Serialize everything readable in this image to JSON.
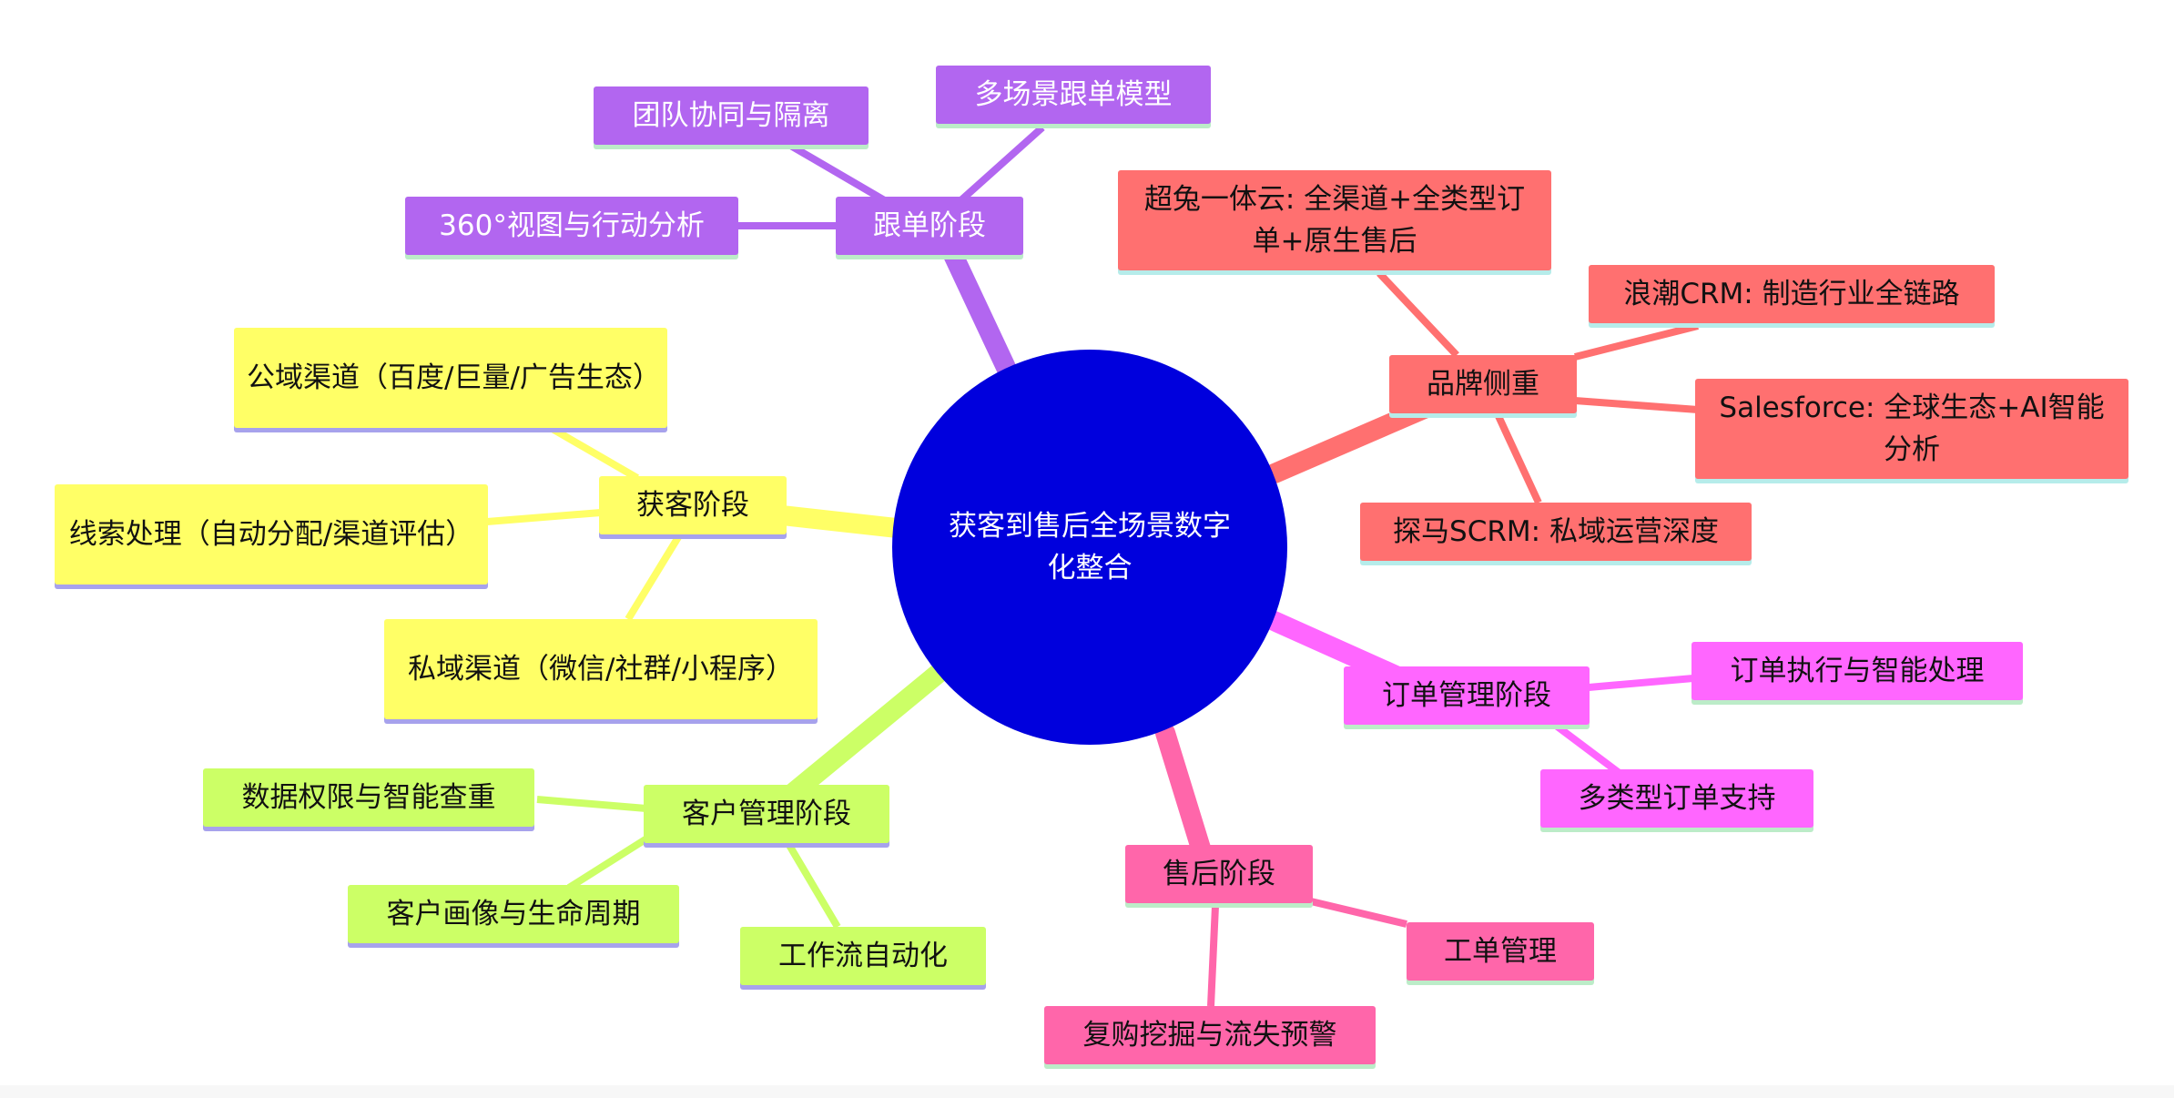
{
  "root": {
    "label": "获客到售后全场景数字化整合"
  },
  "branches": {
    "tracking": {
      "label": "跟单阶段",
      "color": "#b266f0",
      "children": [
        "多场景跟单模型",
        "团队协同与隔离",
        "360°视图与行动分析"
      ]
    },
    "acquisition": {
      "label": "获客阶段",
      "color": "#ffff66",
      "children": [
        "公域渠道（百度/巨量/广告生态）",
        "线索处理（自动分配/渠道评估）",
        "私域渠道（微信/社群/小程序）"
      ]
    },
    "customer": {
      "label": "客户管理阶段",
      "color": "#ccff66",
      "children": [
        "数据权限与智能查重",
        "客户画像与生命周期",
        "工作流自动化"
      ]
    },
    "brand": {
      "label": "品牌侧重",
      "color": "#ff7070",
      "children": [
        "超兔一体云: 全渠道+全类型订单+原生售后",
        "浪潮CRM: 制造行业全链路",
        "Salesforce: 全球生态+AI智能分析",
        "探马SCRM: 私域运营深度"
      ]
    },
    "order": {
      "label": "订单管理阶段",
      "color": "#ff66ff",
      "children": [
        "订单执行与智能处理",
        "多类型订单支持"
      ]
    },
    "aftersales": {
      "label": "售后阶段",
      "color": "#ff66aa",
      "children": [
        "工单管理",
        "复购挖掘与流失预警"
      ]
    }
  }
}
